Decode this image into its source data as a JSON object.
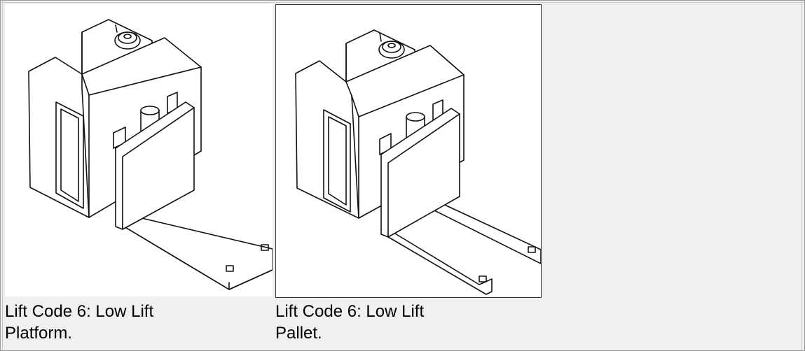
{
  "figures": [
    {
      "caption_line1": "Lift Code 6: Low Lift",
      "caption_line2": "Platform.",
      "illustration": "low-lift-platform-truck"
    },
    {
      "caption_line1": "Lift Code 6: Low Lift",
      "caption_line2": "Pallet.",
      "illustration": "low-lift-pallet-truck"
    }
  ]
}
